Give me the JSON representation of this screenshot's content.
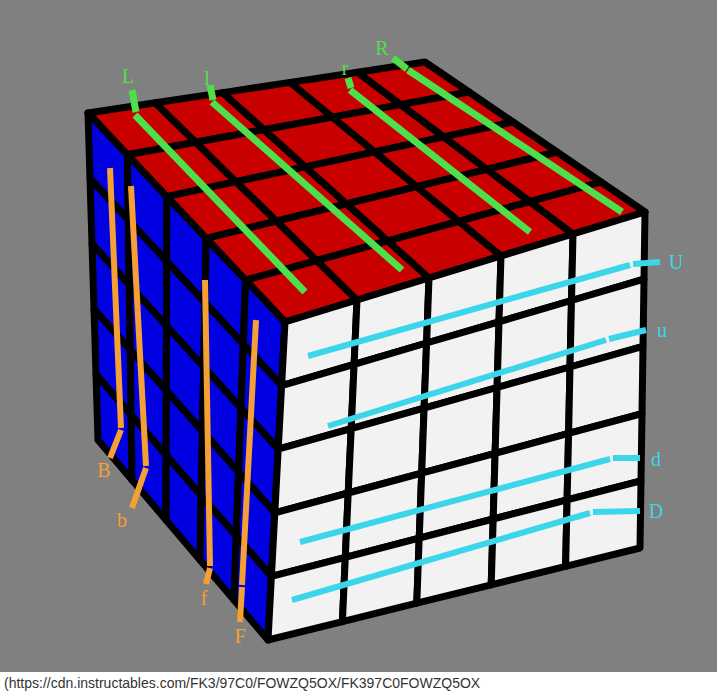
{
  "diagram": {
    "labels": [
      "L",
      "l",
      "r",
      "R",
      "B",
      "b",
      "f",
      "F",
      "U",
      "u",
      "d",
      "D",
      "(https://cdn.instructables.com/FK3/97C0/FOWZQ5OX/FK397C0FOWZQ5OX"
    ]
  }
}
